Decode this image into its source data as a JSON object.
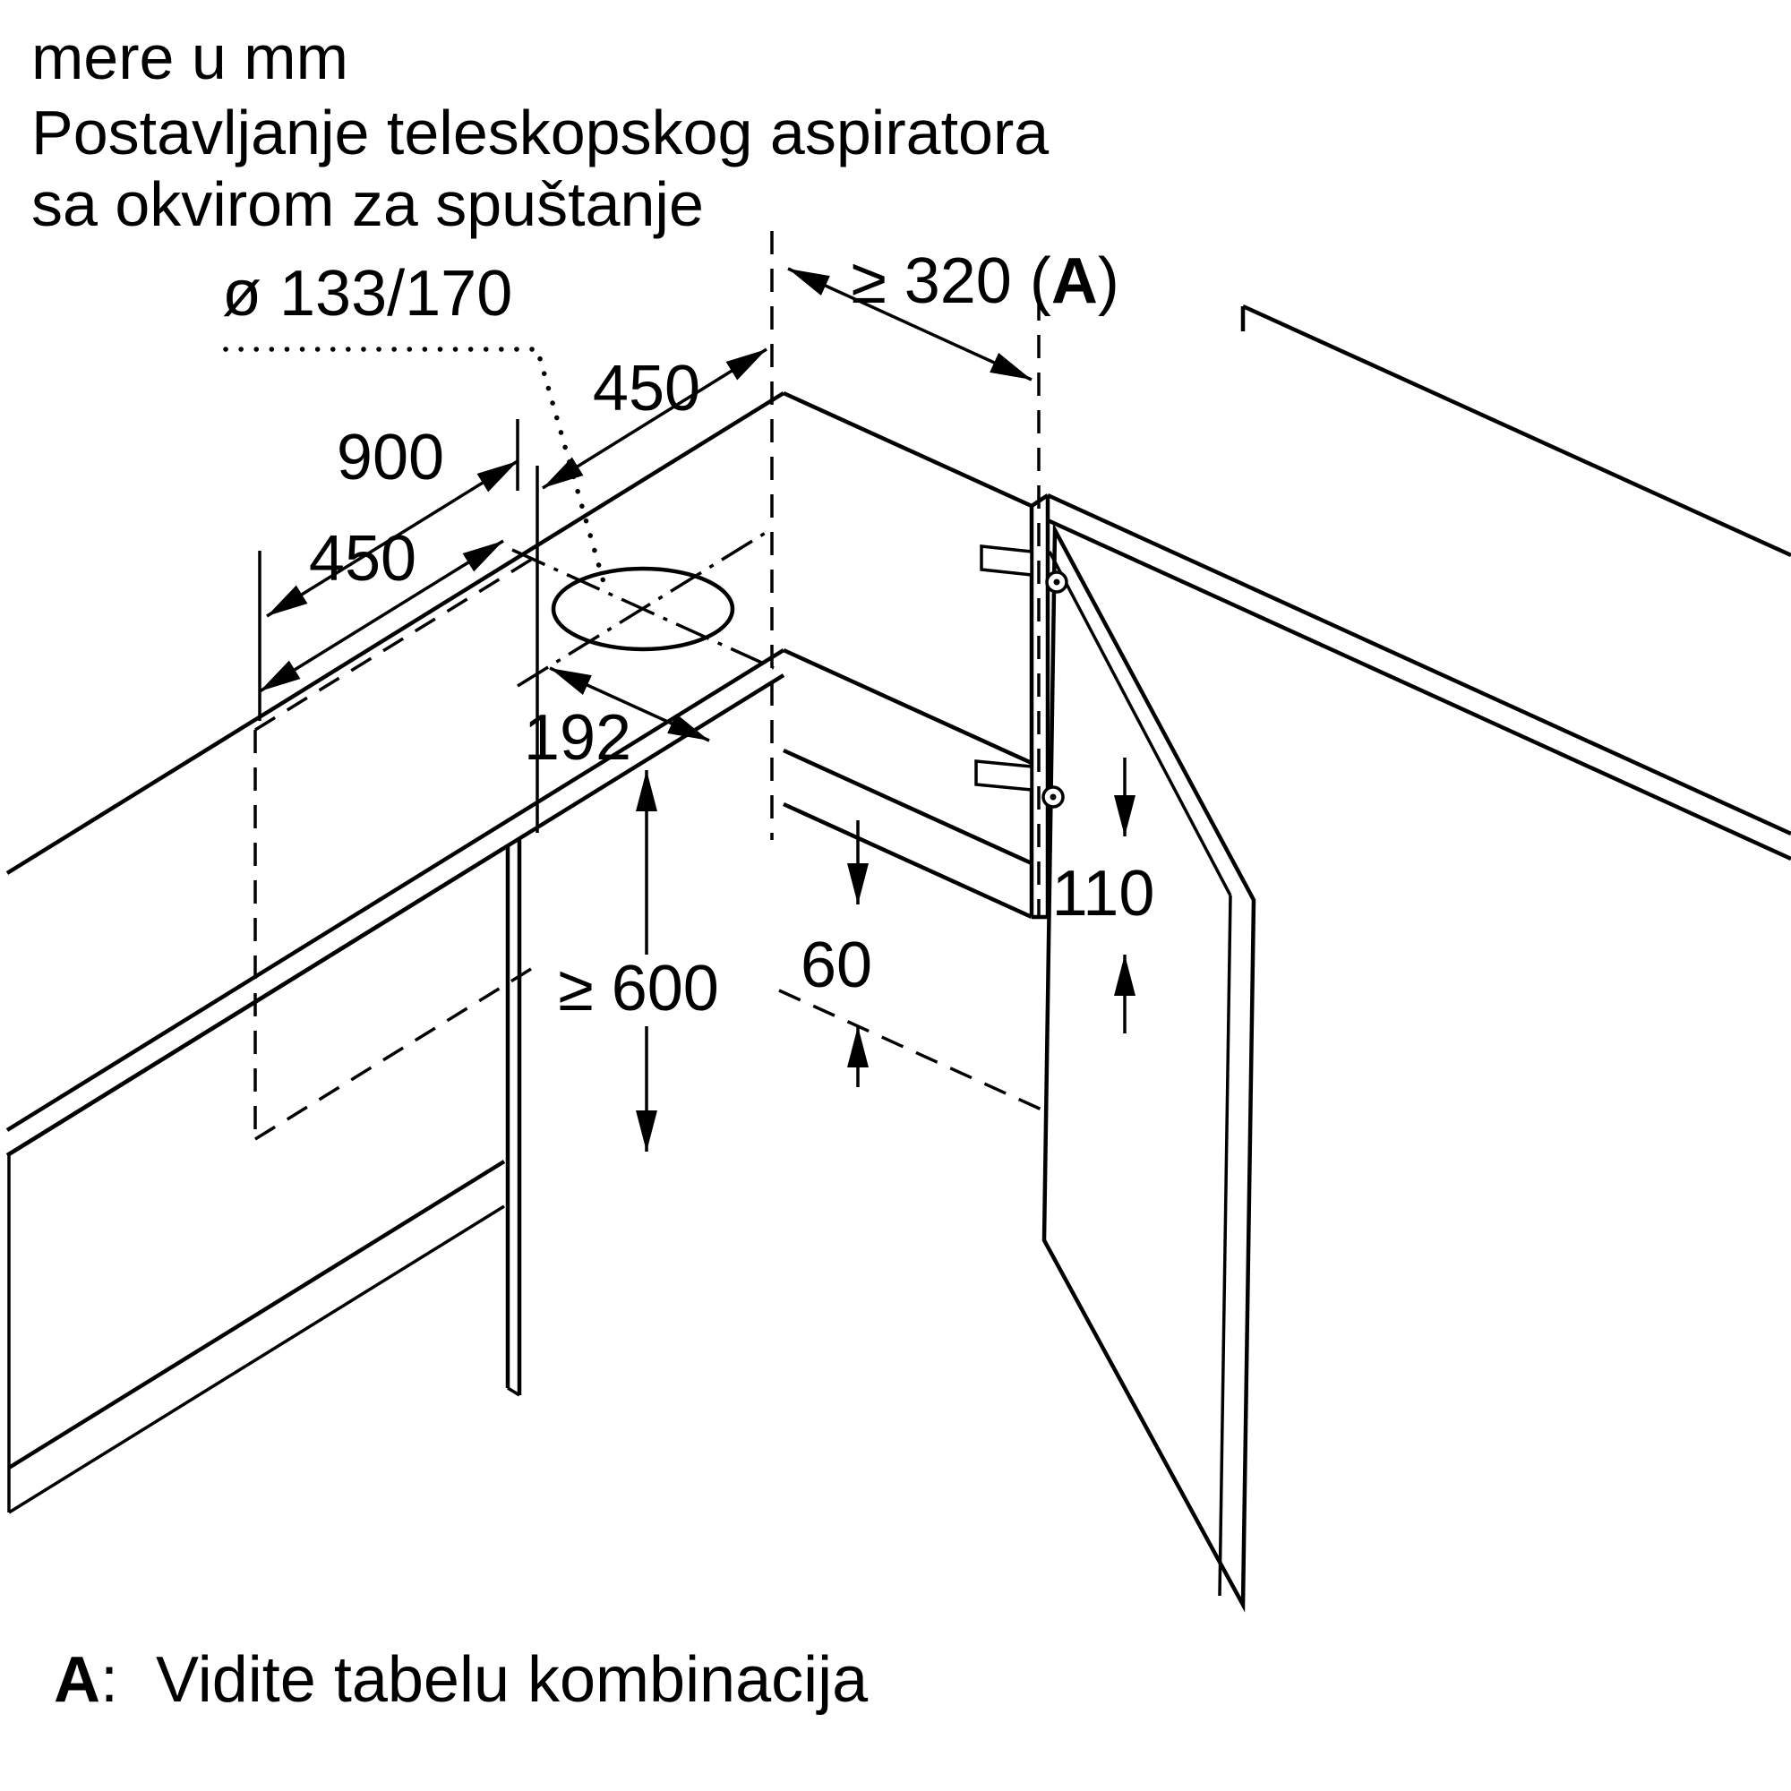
{
  "page": {
    "background": "#ffffff",
    "line_color": "#000000"
  },
  "title": {
    "line1": "mere u mm",
    "line2": "Postavljanje teleskopskog aspiratora",
    "line3": "sa okvirom za spuštanje"
  },
  "labels": {
    "hole_diameter": "ø 133/170",
    "clearance": {
      "prefix": "≥ 320 (",
      "ref": "A",
      "suffix": ")"
    },
    "niche_width": "450",
    "hood_width": "900",
    "left_width": "450",
    "hole_offset": "192",
    "min_height": "≥ 600",
    "overlap": "110",
    "gap": "60"
  },
  "footnote": {
    "ref": "A",
    "colon": ":",
    "text": "Vidite tabelu kombinacija"
  }
}
